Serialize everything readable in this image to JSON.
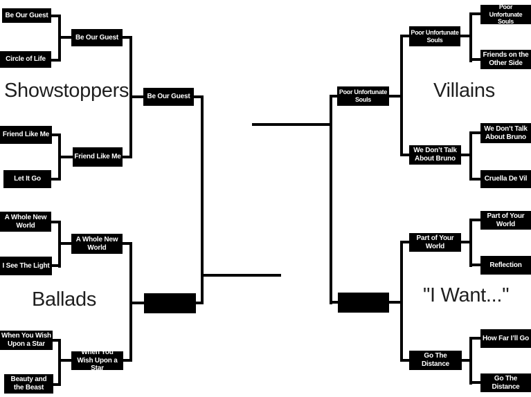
{
  "regions": [
    {
      "label": "Showstoppers",
      "round1": [
        "Be Our Guest",
        "Circle of Life",
        "Friend Like Me",
        "Let It Go"
      ],
      "round2": [
        "Be Our Guest",
        "Friend Like Me"
      ],
      "semifinalist": "Be Our Guest"
    },
    {
      "label": "Ballads",
      "round1": [
        "A Whole New World",
        "I See The Light",
        "When You Wish Upon a Star",
        "Beauty and the Beast"
      ],
      "round2": [
        "A Whole New World",
        "When You Wish Upon a Star"
      ],
      "semifinalist": ""
    },
    {
      "label": "Villains",
      "round1": [
        "Poor Unfortunate Souls",
        "Friends on the Other Side",
        "We Don’t Talk About Bruno",
        "Cruella De Vil"
      ],
      "round2": [
        "Poor Unfortunate Souls",
        "We Don’t Talk About Bruno"
      ],
      "semifinalist": "Poor Unfortunate Souls"
    },
    {
      "label": "\"I Want...\"",
      "round1": [
        "Part of Your World",
        "Reflection",
        "How Far I’ll Go",
        "Go The Distance"
      ],
      "round2": [
        "Part of Your World",
        "Go The Distance"
      ],
      "semifinalist": ""
    }
  ],
  "colors": {
    "box_background": "#000000",
    "box_text": "#ffffff",
    "line": "#000000",
    "page_background": "#ffffff",
    "label_text": "#1f1f1f"
  }
}
